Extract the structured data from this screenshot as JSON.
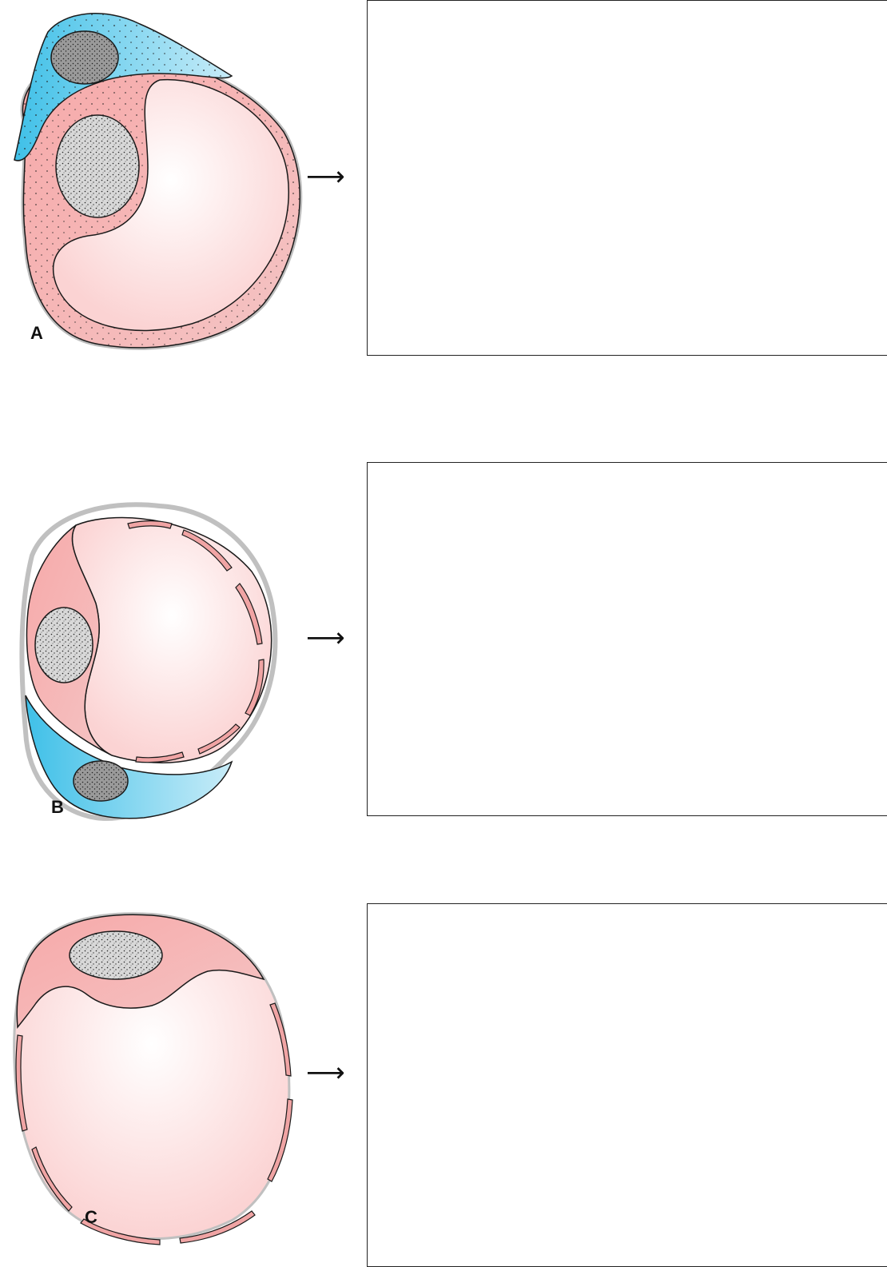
{
  "panels": [
    {
      "label": "A",
      "arrow": "⟶"
    },
    {
      "label": "B",
      "arrow": "⟶"
    },
    {
      "label": "C",
      "arrow": "⟶"
    }
  ],
  "colors": {
    "pink_cytoplasm": "#f4a6a6",
    "pale_pink_fat": "#fde8e8",
    "blue_cell": "#6fd0ec",
    "nucleus_gray": "#c8c8c8",
    "outline": "#1a1a1a"
  }
}
